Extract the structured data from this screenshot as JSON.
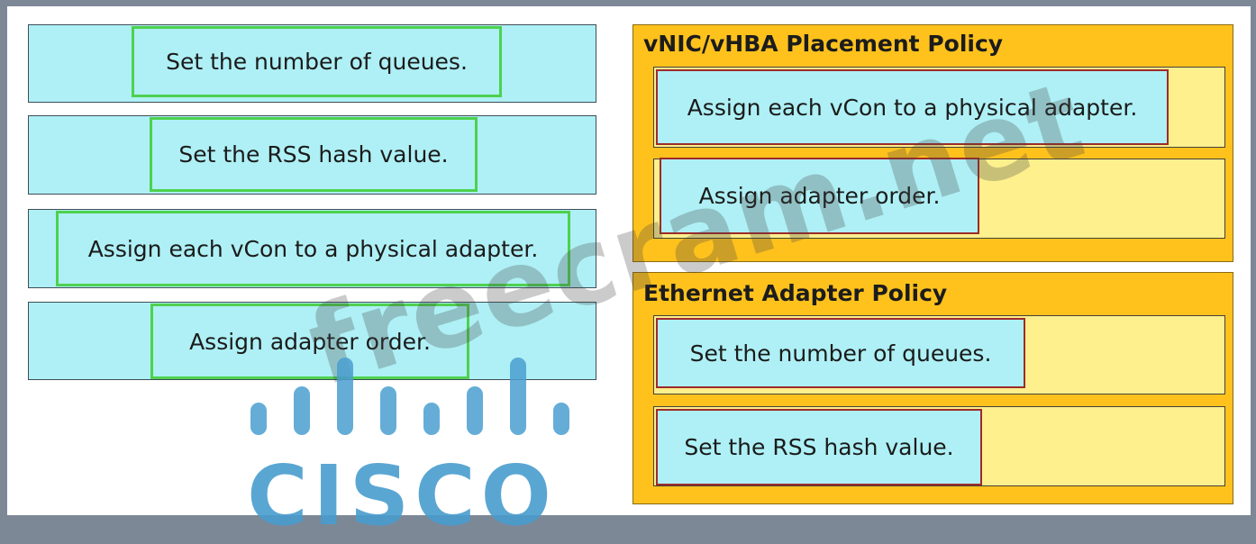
{
  "watermark": {
    "text": "freecram.net",
    "logo_word": "CISCO",
    "logo_color": "#4a9fd0"
  },
  "source": {
    "items": [
      {
        "label": "Set the number of queues."
      },
      {
        "label": "Set the RSS hash value."
      },
      {
        "label": "Assign each vCon to a physical adapter."
      },
      {
        "label": "Assign adapter order."
      }
    ]
  },
  "targets": [
    {
      "title": "vNIC/vHBA Placement Policy",
      "slots": [
        {
          "label": "Assign each vCon to a physical adapter."
        },
        {
          "label": "Assign adapter order."
        }
      ]
    },
    {
      "title": "Ethernet Adapter Policy",
      "slots": [
        {
          "label": "Set the number of queues."
        },
        {
          "label": "Set the RSS hash value."
        }
      ]
    }
  ],
  "colors": {
    "source_fill": "#aef0f5",
    "source_border": "#4ed14e",
    "panel_fill": "#ffc21d",
    "slot_fill": "#fdf08d",
    "placed_border": "#9e2a2a"
  }
}
